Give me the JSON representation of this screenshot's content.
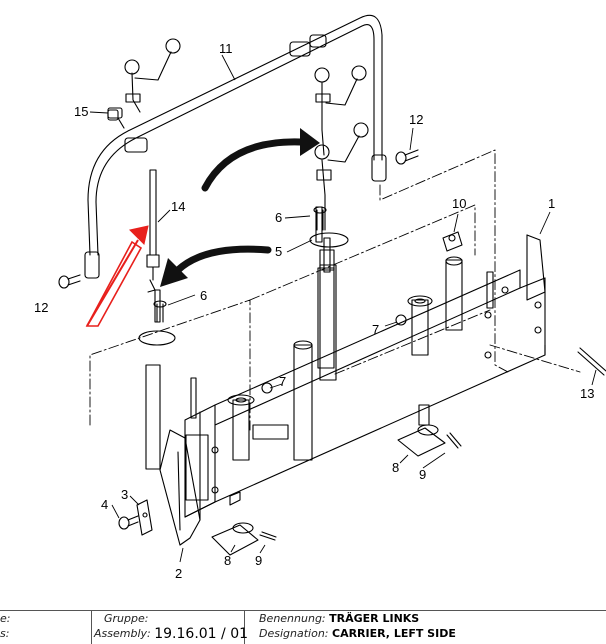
{
  "callouts": [
    "11",
    "15",
    "12",
    "14",
    "6",
    "5",
    "10",
    "1",
    "12",
    "6",
    "7",
    "7",
    "13",
    "3",
    "4",
    "8",
    "9",
    "8",
    "9",
    "2"
  ],
  "title_block": {
    "col1_line1": "e:",
    "col1_line2": "s:",
    "gruppe_label": "Gruppe:",
    "assembly_label": "Assembly:",
    "assembly_value": "19.16.01 / 01",
    "benennung_label": "Benennung:",
    "benennung_value": "TRÄGER LINKS",
    "designation_label": "Designation:",
    "designation_value": "CARRIER, LEFT SIDE"
  },
  "colors": {
    "line": "#000000",
    "arrow_black": "#111111",
    "arrow_red": "#e8201c",
    "border": "#555555"
  }
}
